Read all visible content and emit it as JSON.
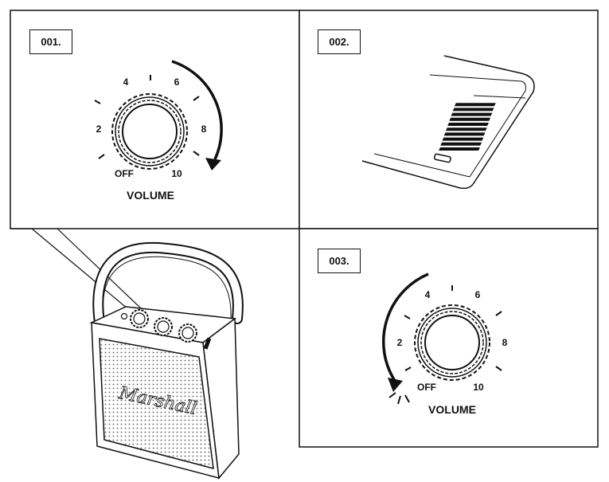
{
  "panels": {
    "p1": {
      "label": "001.",
      "dial": {
        "marks": [
          "OFF",
          "2",
          "4",
          "I",
          "6",
          "8",
          "10"
        ],
        "caption": "VOLUME",
        "arrow_direction": "clockwise"
      }
    },
    "p2": {
      "label": "002.",
      "led_bar_count": 10
    },
    "p3": {
      "label": "003.",
      "dial": {
        "marks": [
          "OFF",
          "2",
          "4",
          "I",
          "6",
          "8",
          "10"
        ],
        "caption": "VOLUME",
        "arrow_direction": "counter-clockwise"
      }
    }
  },
  "speaker": {
    "brand_script": "Marshall",
    "knob_count": 3,
    "highlighted_knob": "volume-knob"
  }
}
